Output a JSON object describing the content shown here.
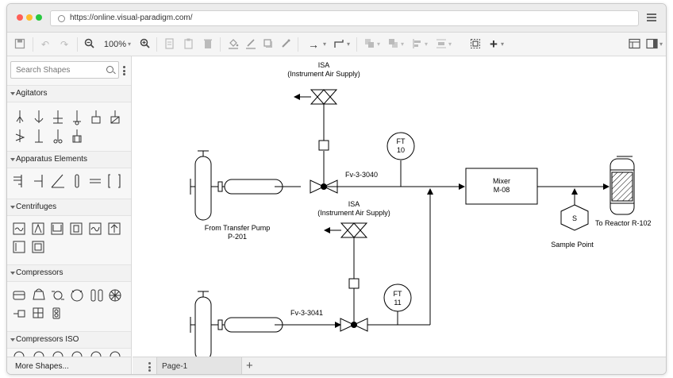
{
  "browser": {
    "url": "https://online.visual-paradigm.com/"
  },
  "toolbar": {
    "zoom": "100%",
    "icons": [
      "save-icon",
      "undo-icon",
      "redo-icon",
      "zoom-out-icon",
      "zoom-in-icon",
      "copy-icon",
      "paste-icon",
      "delete-icon",
      "fill-color-icon",
      "line-color-icon",
      "shadow-icon",
      "format-painter-icon",
      "connector-straight-icon",
      "connector-elbow-icon",
      "to-front-icon",
      "to-back-icon",
      "align-icon",
      "distribute-icon",
      "group-icon",
      "insert-icon",
      "format-panel-icon",
      "panel-toggle-icon"
    ]
  },
  "sidebar": {
    "search_placeholder": "Search Shapes",
    "sections": [
      {
        "label": "Agitators"
      },
      {
        "label": "Apparatus Elements"
      },
      {
        "label": "Centrifuges"
      },
      {
        "label": "Compressors"
      },
      {
        "label": "Compressors ISO"
      }
    ],
    "more_shapes": "More Shapes..."
  },
  "diagram": {
    "isa_top_title": "ISA",
    "isa_top_sub": "(Instrument Air Supply)",
    "isa_mid_title": "ISA",
    "isa_mid_sub": "(Instrument Air Supply)",
    "ft_top_tag": "FT",
    "ft_top_num": "10",
    "ft_bottom_tag": "FT",
    "ft_bottom_num": "11",
    "valve_top_label": "Fv-3-3040",
    "valve_bottom_label": "Fv-3-3041",
    "mixer_name": "Mixer",
    "mixer_id": "M-08",
    "sample_symbol": "S",
    "sample_label": "Sample Point",
    "reactor_label": "To Reactor R-102",
    "pump_label_1": "From Transfer Pump",
    "pump_label_2": "P-201"
  },
  "pages": {
    "active": "Page-1"
  }
}
